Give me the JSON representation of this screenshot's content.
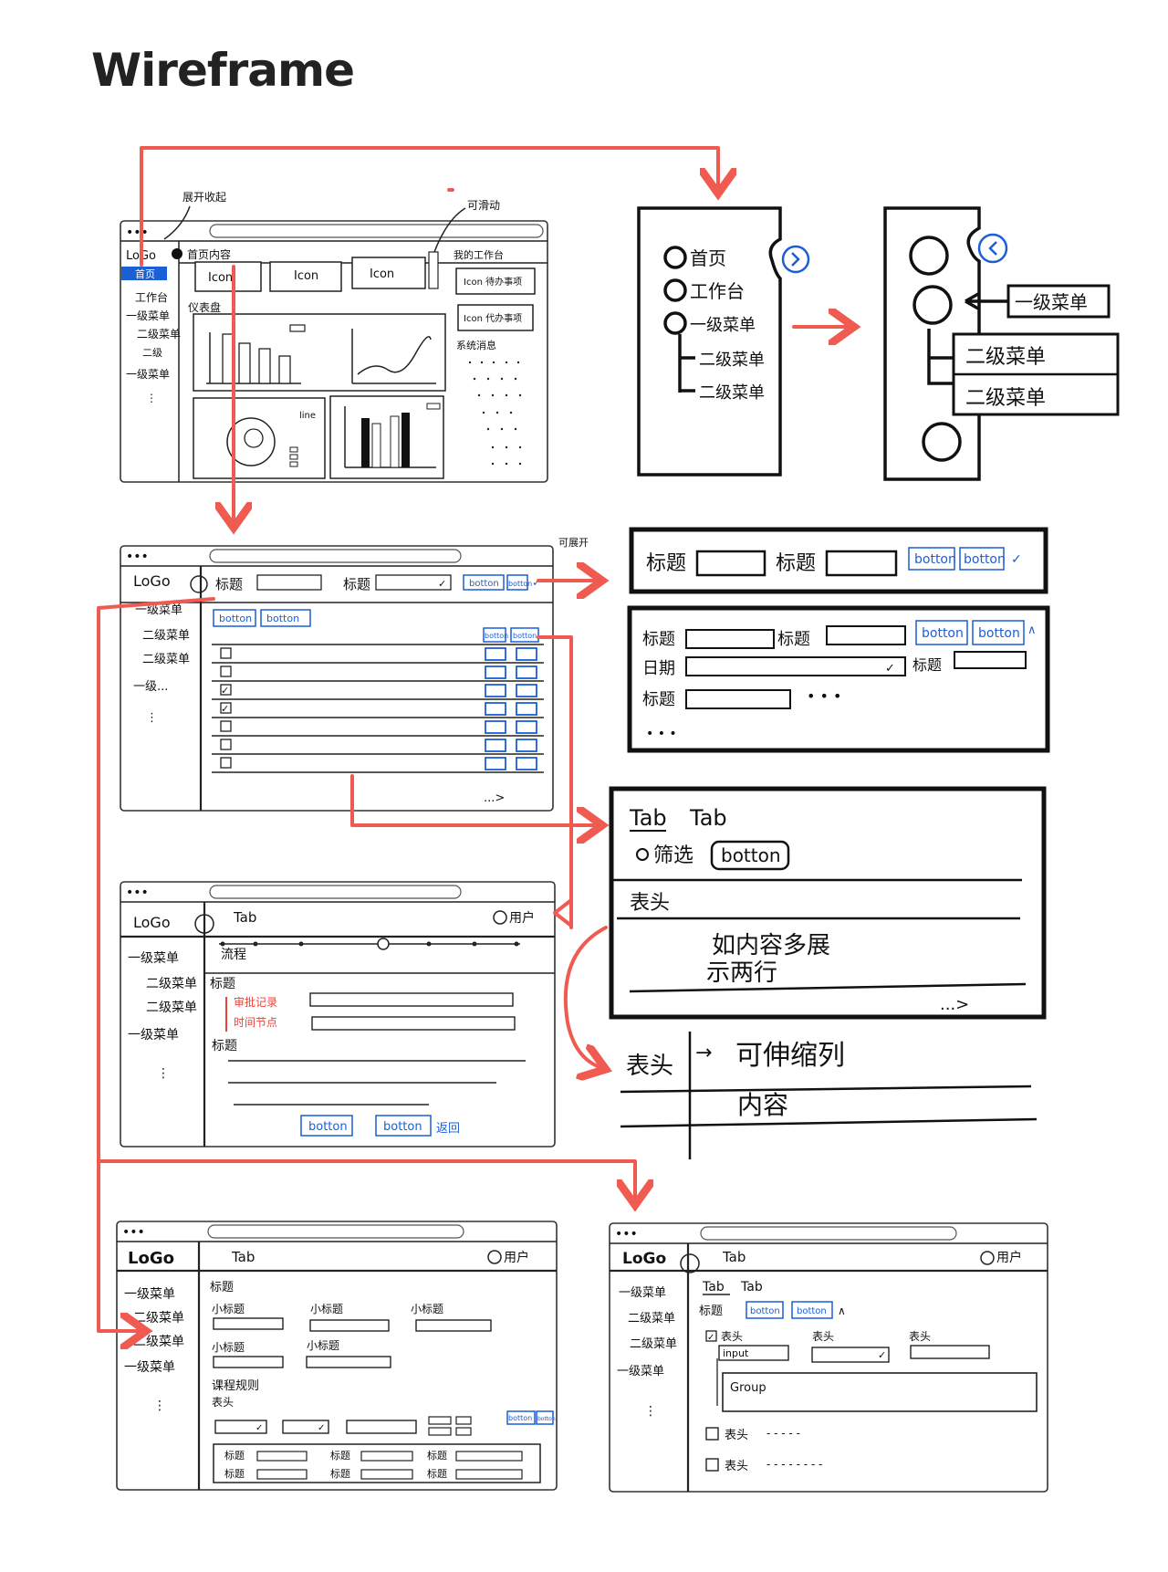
{
  "title": "Wireframe",
  "notes": {
    "collapse": "展开收起",
    "scroll": "可滑动",
    "collapsible": "可展开"
  },
  "dashboard": {
    "logo": "LoGo",
    "nav": [
      "首页",
      "工作台",
      "一级菜单",
      "二级菜单",
      "二级",
      "一级菜单"
    ],
    "breadcrumb": "首页内容",
    "cards": [
      "Icon",
      "Icon",
      "Icon"
    ],
    "todo_title": "我的工作台",
    "todo_items": [
      "Icon 待办事项",
      "Icon 代办事项"
    ],
    "section_title": "仪表盘",
    "msg_title": "系统消息",
    "legend": "line"
  },
  "sidebar_collapse": {
    "items": [
      "首页",
      "工作台",
      "一级菜单",
      "二级菜单",
      "二级菜单"
    ],
    "flyout": [
      "一级菜单",
      "二级菜单",
      "二级菜单"
    ]
  },
  "list_page": {
    "logo": "LoGo",
    "nav": [
      "一级菜单",
      "二级菜单",
      "二级菜单",
      "一级..."
    ],
    "filter": {
      "label1": "标题",
      "label2": "标题",
      "btn1": "botton",
      "btn2": "botton"
    },
    "actions": [
      "botton",
      "botton"
    ],
    "row_actions": [
      "botton",
      "botton"
    ],
    "pager": "...>"
  },
  "filter_collapsed": {
    "label1": "标题",
    "label2": "标题",
    "btn1": "botton",
    "btn2": "botton"
  },
  "filter_expanded": {
    "labels": [
      "标题",
      "标题",
      "日期",
      "标题",
      "标题"
    ],
    "btn1": "botton",
    "btn2": "botton"
  },
  "tab_table": {
    "tabs": [
      "Tab",
      "Tab"
    ],
    "filter": "筛选",
    "btn": "botton",
    "header": "表头",
    "content_lines": [
      "如内容多展",
      "示两行"
    ],
    "pager": "...>"
  },
  "stretch_table": {
    "header": "表头",
    "col": "可伸缩列",
    "content": "内容"
  },
  "detail_page": {
    "logo": "LoGo",
    "tab": "Tab",
    "user": "用户",
    "nav": [
      "一级菜单",
      "二级菜单",
      "二级菜单",
      "一级菜单"
    ],
    "process": "流程",
    "section1": "标题",
    "notes": [
      "审批记录",
      "时间节点"
    ],
    "section2": "标题",
    "btn1": "botton",
    "btn2": "botton",
    "back": "返回"
  },
  "form_page": {
    "logo": "LoGo",
    "tab": "Tab",
    "user": "用户",
    "nav": [
      "一级菜单",
      "二级菜单",
      "二级菜单",
      "一级菜单"
    ],
    "section1": "标题",
    "sub": [
      "小标题",
      "小标题",
      "小标题",
      "小标题",
      "小标题"
    ],
    "section2": "课程规则",
    "table_label": "表头",
    "btn1": "botton",
    "btn2": "botton",
    "row_labels": [
      "标题",
      "标题",
      "标题",
      "标题",
      "标题",
      "标题"
    ]
  },
  "edit_page": {
    "logo": "LoGo",
    "tabs": [
      "Tab",
      "Tab",
      "Tab"
    ],
    "user": "用户",
    "nav": [
      "一级菜单",
      "二级菜单",
      "二级菜单",
      "一级菜单"
    ],
    "section": "标题",
    "btn1": "botton",
    "btn2": "botton",
    "fields": [
      "表头",
      "表头",
      "表头"
    ],
    "input": "input",
    "group": "Group",
    "rows": [
      "表头",
      "表头"
    ]
  }
}
